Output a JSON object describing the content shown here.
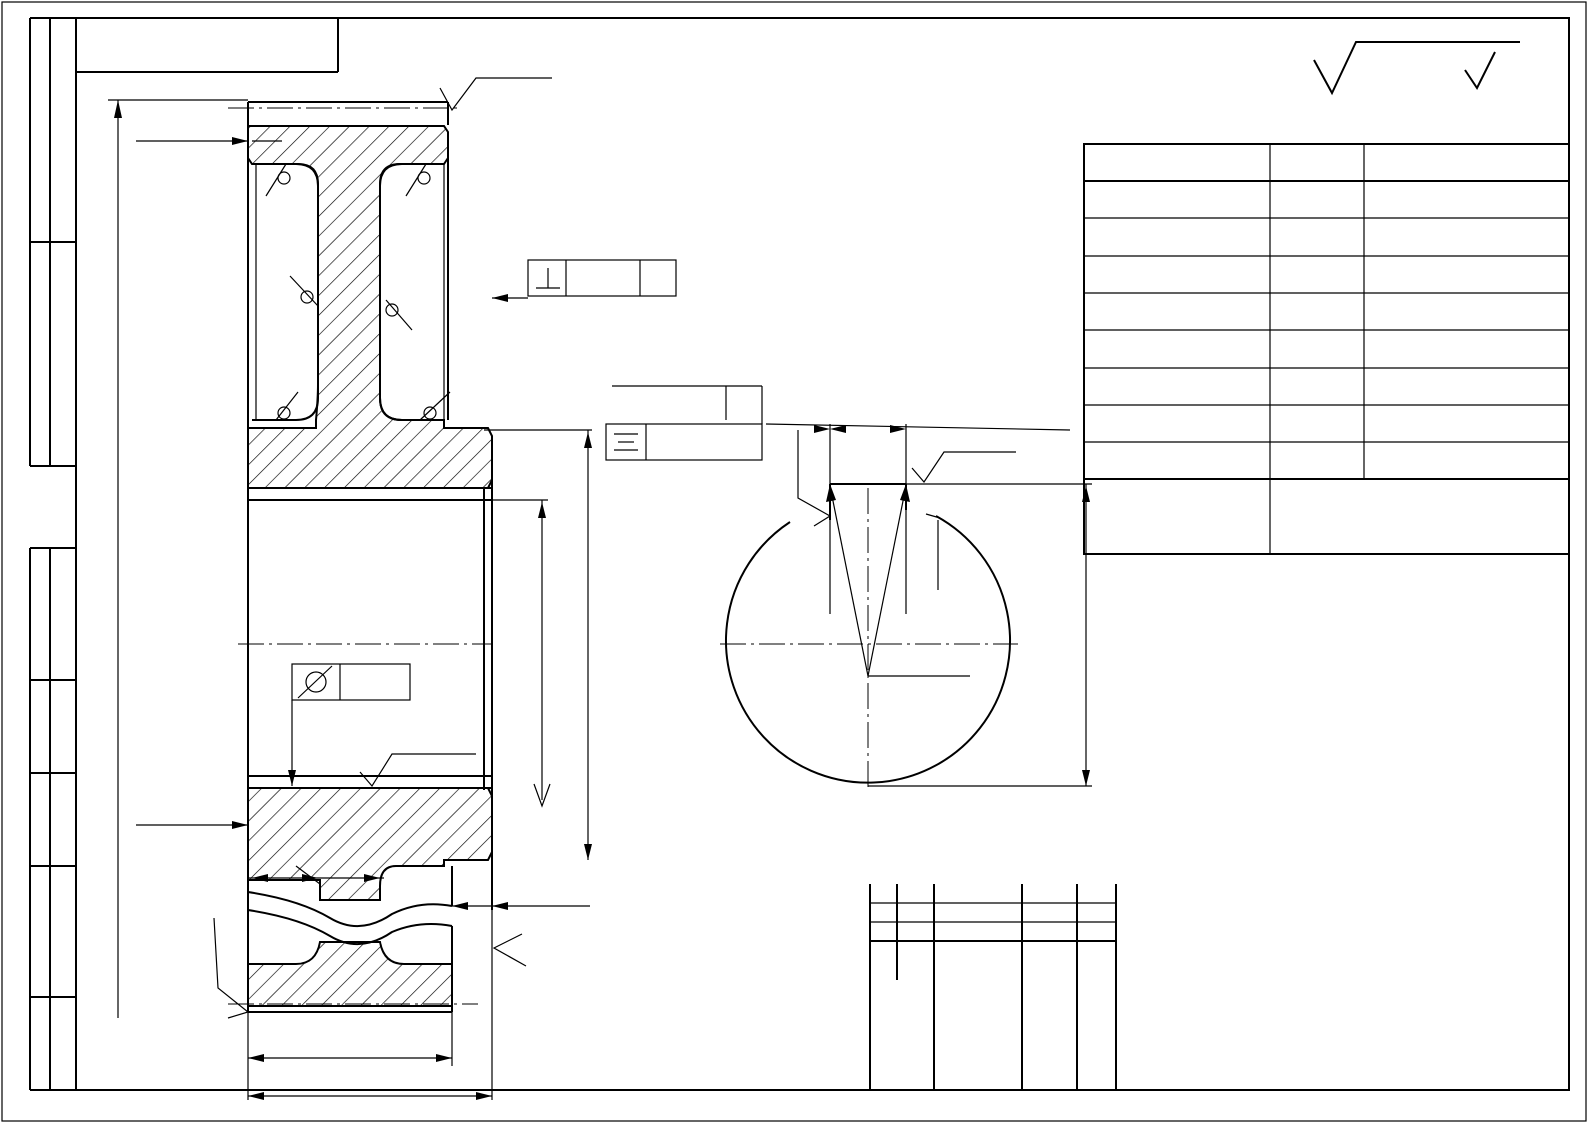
{
  "drawing": {
    "kind": "engineering-drawing",
    "subject": "gear",
    "views": [
      "section-view",
      "hub-detail-view"
    ],
    "roughness_symbols": [
      "roughness-general-icon",
      "roughness-check-icon"
    ],
    "tolerance_frames": [
      "perpendicularity-icon",
      "circular-runout-icon",
      "symmetry-icon"
    ],
    "parameter_table": {
      "rows": 9,
      "columns": 3
    },
    "title_block": {
      "visible": "partial"
    },
    "colors": {
      "line": "#000000",
      "background": "#ffffff"
    }
  }
}
